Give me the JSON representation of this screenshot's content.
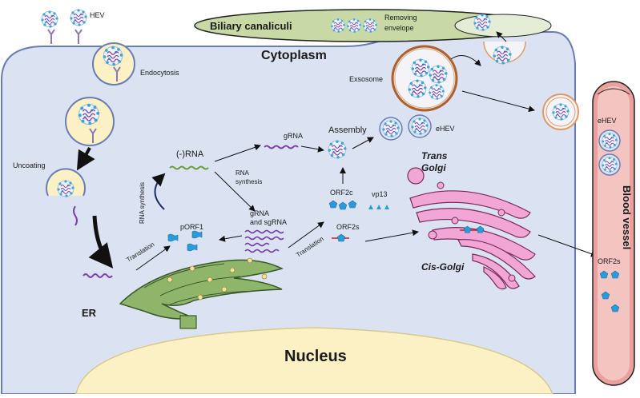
{
  "colors": {
    "cytoplasm": "#dbe3f3",
    "cell_border": "#6a7cb5",
    "nucleus": "#fbf1c4",
    "er": "#8fb56a",
    "golgi": "#f2a6d6",
    "blood_vessel": "#eaa09e",
    "biliary": "#c9d9a6",
    "capsid_dot": "#3ea5d6",
    "rna": "#7a3fa8",
    "protein": "#2a9bd8"
  },
  "labels": {
    "hev": "HEV",
    "biliary_canaliculi": "Biliary canaliculi",
    "removing_envelope_1": "Removing",
    "removing_envelope_2": "envelope",
    "cytoplasm": "Cytoplasm",
    "endocytosis": "Endocytosis",
    "exosome": "Exsosome",
    "uncoating": "Uncoating",
    "minus_rna": "(-)RNA",
    "rna_synthesis_1": "RNA",
    "rna_synthesis_2": "synthesis",
    "rna_synthesis_vertical": "RNA synthesis",
    "grna": "gRNA",
    "assembly": "Assembly",
    "ehev": "eHEV",
    "trans_golgi_1": "Trans",
    "trans_golgi_2": "Golgi",
    "orf2c": "ORF2c",
    "vp13": "vp13",
    "grna_sgrna_1": "gRNA",
    "grna_sgrna_2": "and sgRNA",
    "porf1": "pORF1",
    "translation_left": "Translation",
    "translation_right": "Translation",
    "orf2s": "ORF2s",
    "cis_golgi": "Cis-Golgi",
    "er": "ER",
    "nucleus": "Nucleus",
    "blood_vessel": "Blood vessel",
    "ehev_vessel": "eHEV",
    "orf2s_vessel": "ORF2s"
  }
}
